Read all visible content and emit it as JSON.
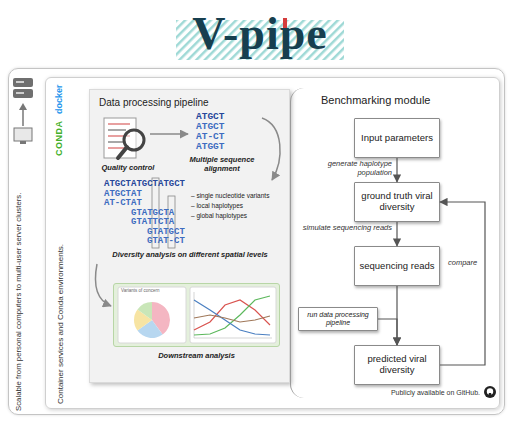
{
  "diagram": {
    "title": "V-pipe",
    "nodes": [
      {
        "text": [
          "Scalable from personal computers to multi-user server clusters."
        ]
      },
      {
        "text": [
          "Container services and Conda environments.",
          "Publicly available on GitHub."
        ],
        "in": 0
      },
      {
        "text": [
          "Data processing pipeline"
        ],
        "in": 1
      },
      {
        "text": [
          "Variants of concern",
          "Downstream analysis"
        ],
        "in": 2
      },
      {
        "text": [
          "Benchmarking module"
        ],
        "in": 1
      },
      {
        "text": [
          "Input parameters"
        ],
        "in": 4
      },
      {
        "text": [
          "ground truth viral diversity"
        ],
        "in": 4
      },
      {
        "text": [
          "sequencing reads"
        ],
        "in": 4
      },
      {
        "text": [
          "run data processing pipeline"
        ],
        "in": 4
      },
      {
        "text": [
          "predicted viral diversity"
        ],
        "in": 4
      }
    ],
    "edges": [
      {
        "from": 5,
        "to": 6,
        "arrow": "to",
        "label": "generate haplotype population"
      },
      {
        "from": 6,
        "to": 7,
        "arrow": "to",
        "label": "simulate sequencing reads"
      },
      {
        "from": 7,
        "to": 9,
        "arrow": "to"
      },
      {
        "from": 8,
        "to": 9,
        "arrow": "to"
      },
      {
        "from": 9,
        "to": 6,
        "arrow": "to",
        "label": "compare"
      }
    ],
    "labels": [
      "CONDA",
      "docker",
      "Quality control",
      "ATGCT",
      "ATGCT",
      "AT-CT",
      "ATGGT",
      "Multiple sequence alignment",
      "ATGCTATGCTATGCT",
      "ATGCTAT",
      "AT-CTAT",
      "GTATGCTA",
      "GTATTCTA",
      "GTATGCT",
      "GTAT-CT",
      "– single nucleotide variants",
      "– local haplotypes",
      "– global haplotypes",
      "Diversity analysis on different spatial levels"
    ]
  }
}
